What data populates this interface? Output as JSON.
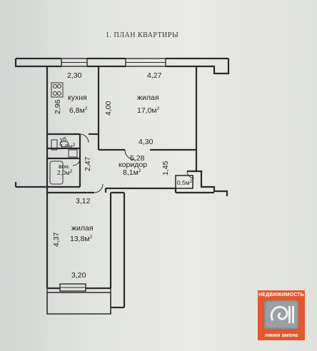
{
  "plan_title": "1. ПЛАН КВАРТИРЫ",
  "rooms": {
    "kitchen": {
      "name": "кухня",
      "area": "6,8м",
      "sup": "2"
    },
    "living1": {
      "name": "жилая",
      "area": "17,0м",
      "sup": "2"
    },
    "toilet": {
      "name": "уб.",
      "area": "1,0м",
      "sup": "2"
    },
    "bath": {
      "name": "вон.",
      "area": "2,0м",
      "sup": "2"
    },
    "corridor": {
      "name": "коридор",
      "area": "8,1м",
      "sup": "2"
    },
    "closet": {
      "area": "0,5м",
      "sup": "2"
    },
    "living2": {
      "name": "жилая",
      "area": "13,8м",
      "sup": "2"
    }
  },
  "dimensions": {
    "kitchen_width": "2,30",
    "kitchen_depth": "2,96",
    "living1_width_top": "4,27",
    "living1_depth": "4,00",
    "living1_width_bottom": "4,30",
    "corridor_length": "5,28",
    "corridor_depth": "1,45",
    "bath_depth": "2,47",
    "living2_width_top": "3,12",
    "living2_depth": "4,37",
    "living2_width_bottom": "3,20"
  },
  "logo": {
    "line1": "НЕДВИЖИМОСТЬ",
    "line2": "линия закона",
    "color": "#e4572e"
  }
}
